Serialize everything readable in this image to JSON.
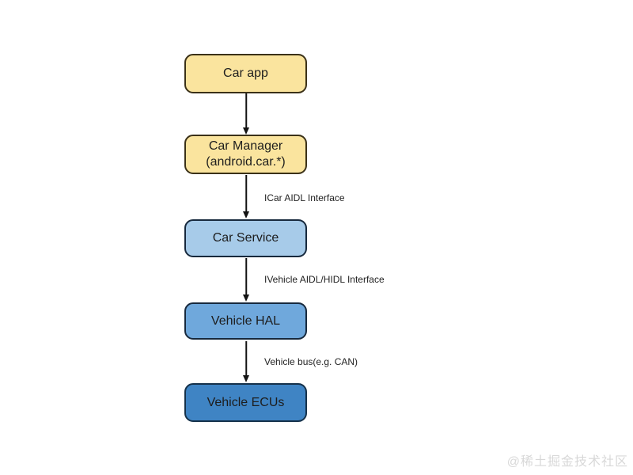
{
  "page": {
    "background": "#ffffff"
  },
  "diagram": {
    "nodes": [
      {
        "id": "car-app",
        "label": "Car app",
        "fill": "#FAE49E",
        "border": "#3B3118",
        "text_color": "#1d1d1d"
      },
      {
        "id": "car-manager",
        "label": "Car Manager",
        "sublabel": "(android.car.*)",
        "fill": "#FAE49E",
        "border": "#3B3118",
        "text_color": "#1d1d1d"
      },
      {
        "id": "car-service",
        "label": "Car Service",
        "fill": "#A7CBE9",
        "border": "#17293D",
        "text_color": "#1d1d1d"
      },
      {
        "id": "vehicle-hal",
        "label": "Vehicle HAL",
        "fill": "#6FA8DC",
        "border": "#17293D",
        "text_color": "#1d1d1d"
      },
      {
        "id": "vehicle-ecus",
        "label": "Vehicle ECUs",
        "fill": "#3F84C4",
        "border": "#15314A",
        "text_color": "#1d1d1d"
      }
    ],
    "edge_labels": [
      {
        "text": "ICar AIDL Interface"
      },
      {
        "text": "IVehicle AIDL/HIDL Interface"
      },
      {
        "text": "Vehicle bus(e.g. CAN)"
      }
    ],
    "arrow_color": "#141414"
  },
  "watermark": {
    "text": "@稀土掘金技术社区",
    "color": "#D8D8D8"
  }
}
